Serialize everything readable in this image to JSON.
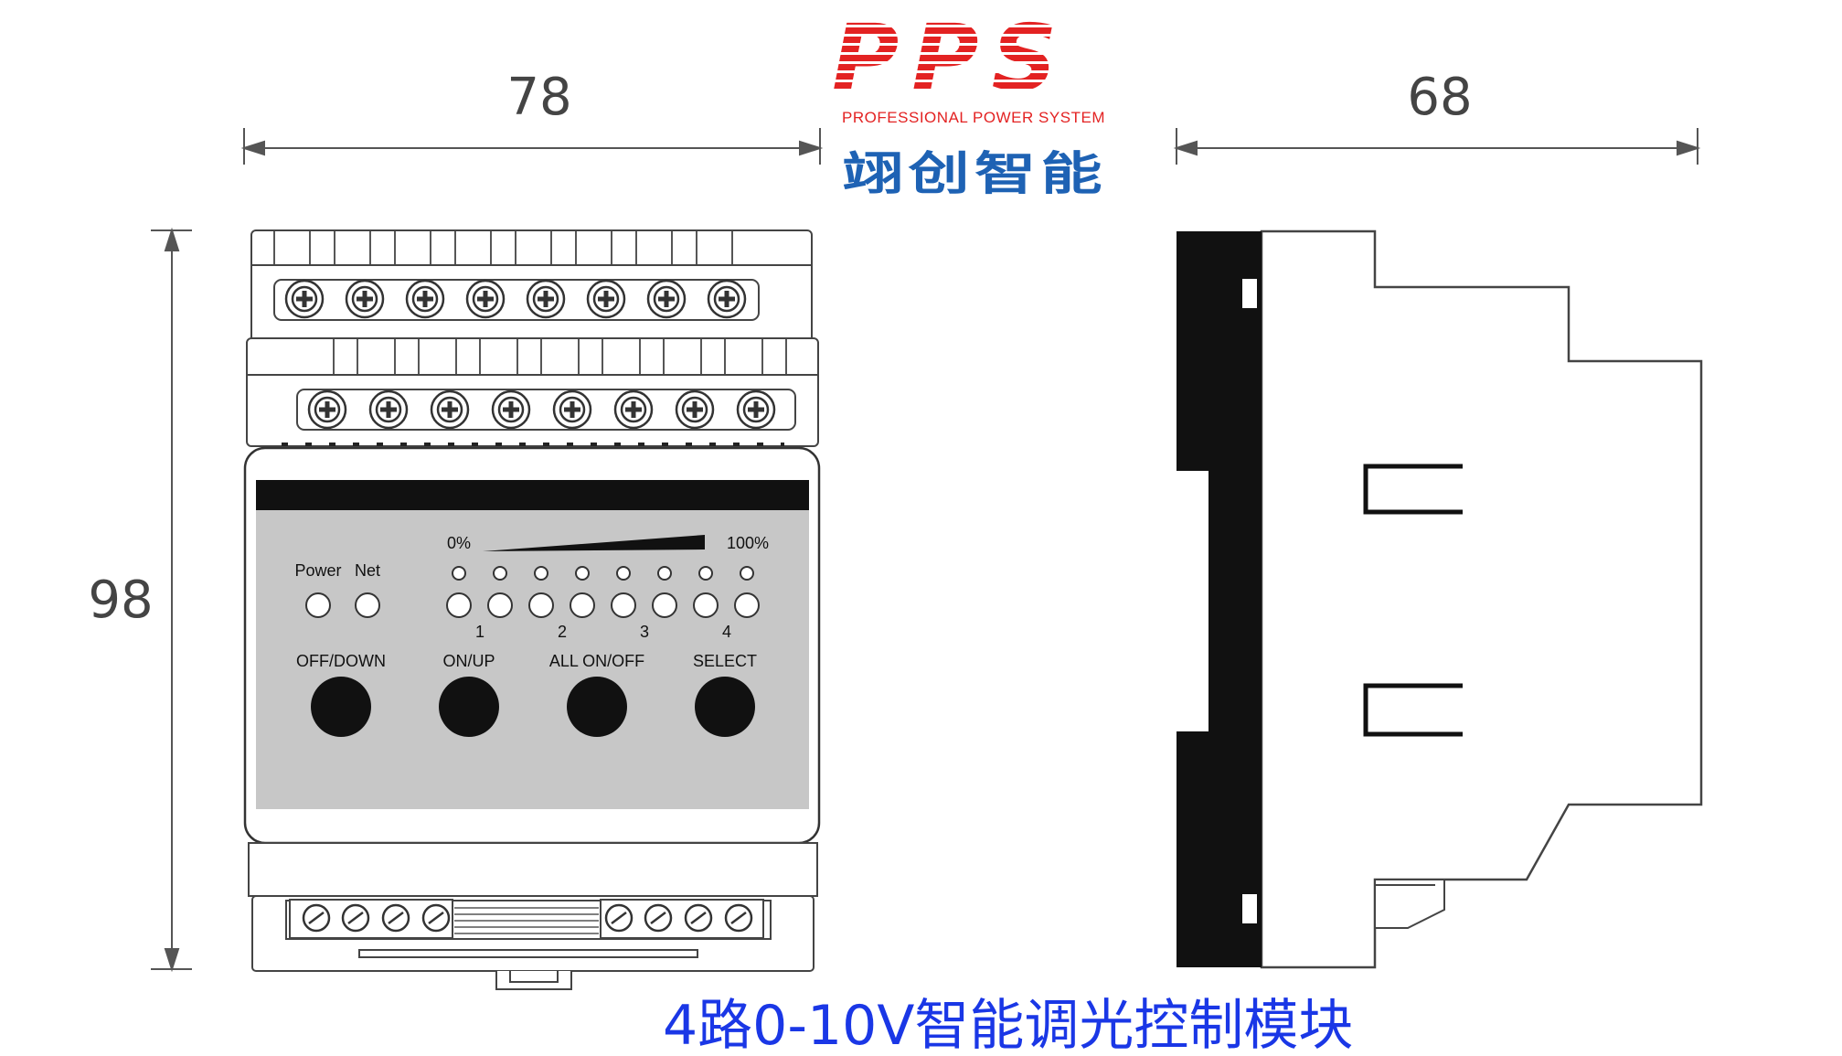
{
  "logo": {
    "letters": "PPS",
    "subtitle": "PROFESSIONAL POWER SYSTEM",
    "chinese_name": "翊创智能",
    "color_red": "#e32222",
    "color_blue": "#1e62b4"
  },
  "dimensions": {
    "front_width": "78",
    "side_depth": "68",
    "height": "98"
  },
  "panel": {
    "indicators": [
      "Power",
      "Net"
    ],
    "scale_min": "0%",
    "scale_max": "100%",
    "channels": [
      "1",
      "2",
      "3",
      "4"
    ],
    "buttons": [
      "OFF/DOWN",
      "ON/UP",
      "ALL ON/OFF",
      "SELECT"
    ]
  },
  "caption": "4路0-10V智能调光控制模块",
  "caption_color": "#1a37e6"
}
